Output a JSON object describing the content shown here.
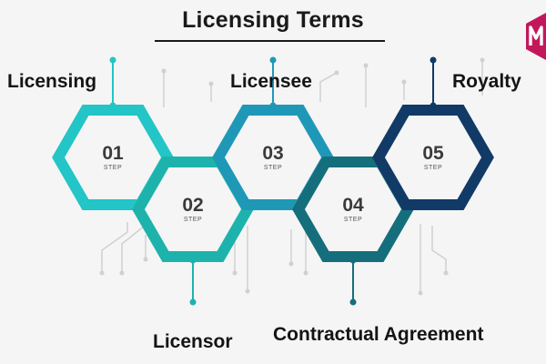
{
  "title": "Licensing Terms",
  "step_word": "STEP",
  "steps": [
    {
      "number": "01",
      "term": "Licensing",
      "color": "#23c5c6"
    },
    {
      "number": "02",
      "term": "Licensor",
      "color": "#1db3ac"
    },
    {
      "number": "03",
      "term": "Licensee",
      "color": "#1f98b7"
    },
    {
      "number": "04",
      "term": "Contractual Agreement",
      "color": "#156e7c"
    },
    {
      "number": "05",
      "term": "Royalty",
      "color": "#113a66"
    }
  ],
  "colors": {
    "background": "#f5f5f5",
    "circuit_lines": "#d0d0d0",
    "text_dark": "#1a1a1a",
    "step_text": "#3a3a3a",
    "logo": "#c2185b"
  }
}
